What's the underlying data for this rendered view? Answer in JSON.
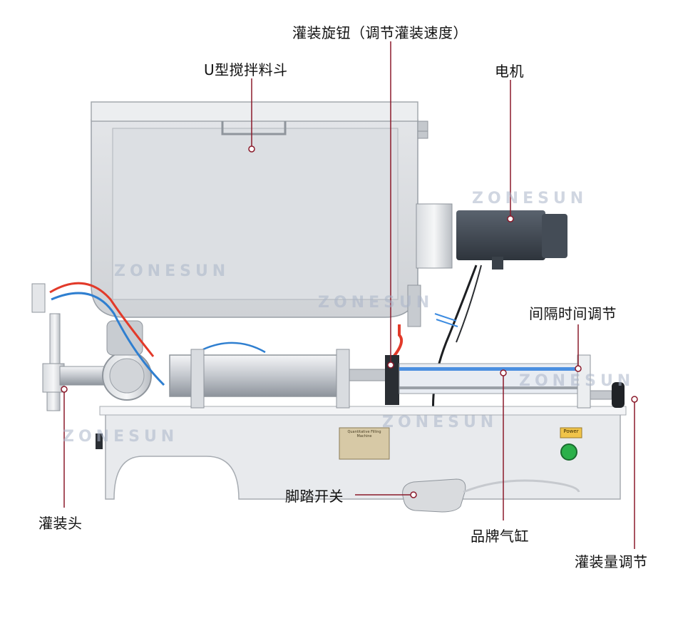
{
  "labels": {
    "filling_knob": "灌装旋钮（调节灌装速度）",
    "hopper": "U型搅拌料斗",
    "motor": "电机",
    "interval_adjust": "间隔时间调节",
    "foot_switch": "脚踏开关",
    "filling_head": "灌装头",
    "cylinder": "品牌气缸",
    "volume_adjust": "灌装量调节"
  },
  "watermark": "ZONESUN",
  "nameplate": "Quantitative Filling Machine",
  "power_label": "Power",
  "colors": {
    "leader_line": "#8b1a2b",
    "machine_body": "#e9ebee",
    "stainless": "#c9ccd1",
    "motor": "#3d4550",
    "air_tube_red": "#e23a2a",
    "air_tube_blue": "#2f7fd0",
    "power_button": "#2bb04a"
  }
}
